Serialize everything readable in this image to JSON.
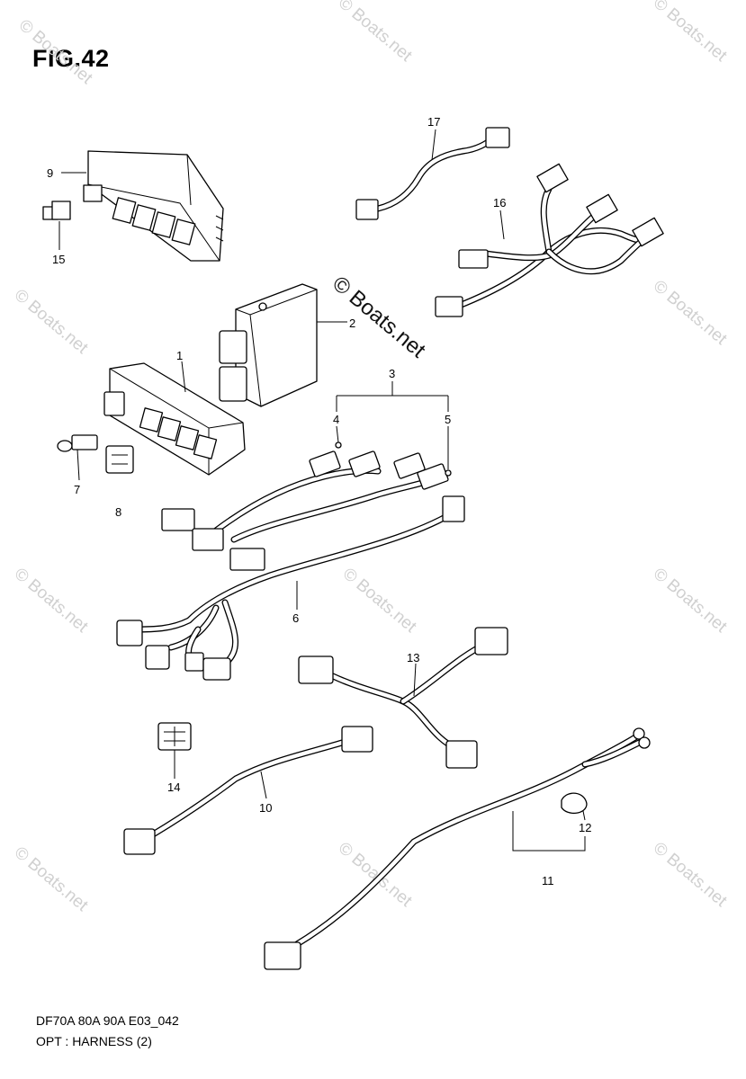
{
  "figure_title": "FIG.42",
  "footer": {
    "model_code": "DF70A 80A 90A E03_042",
    "section_name": "OPT : HARNESS (2)"
  },
  "watermark": {
    "main": "© Boats.net",
    "tile": "© Boats.net"
  },
  "callouts": {
    "c1": "1",
    "c2": "2",
    "c3": "3",
    "c4": "4",
    "c5": "5",
    "c6": "6",
    "c7": "7",
    "c8": "8",
    "c9": "9",
    "c10": "10",
    "c11": "11",
    "c12": "12",
    "c13": "13",
    "c14": "14",
    "c15": "15",
    "c16": "16",
    "c17": "17"
  },
  "colors": {
    "line": "#000000",
    "watermark": "#d0d0d0",
    "background": "#ffffff"
  }
}
